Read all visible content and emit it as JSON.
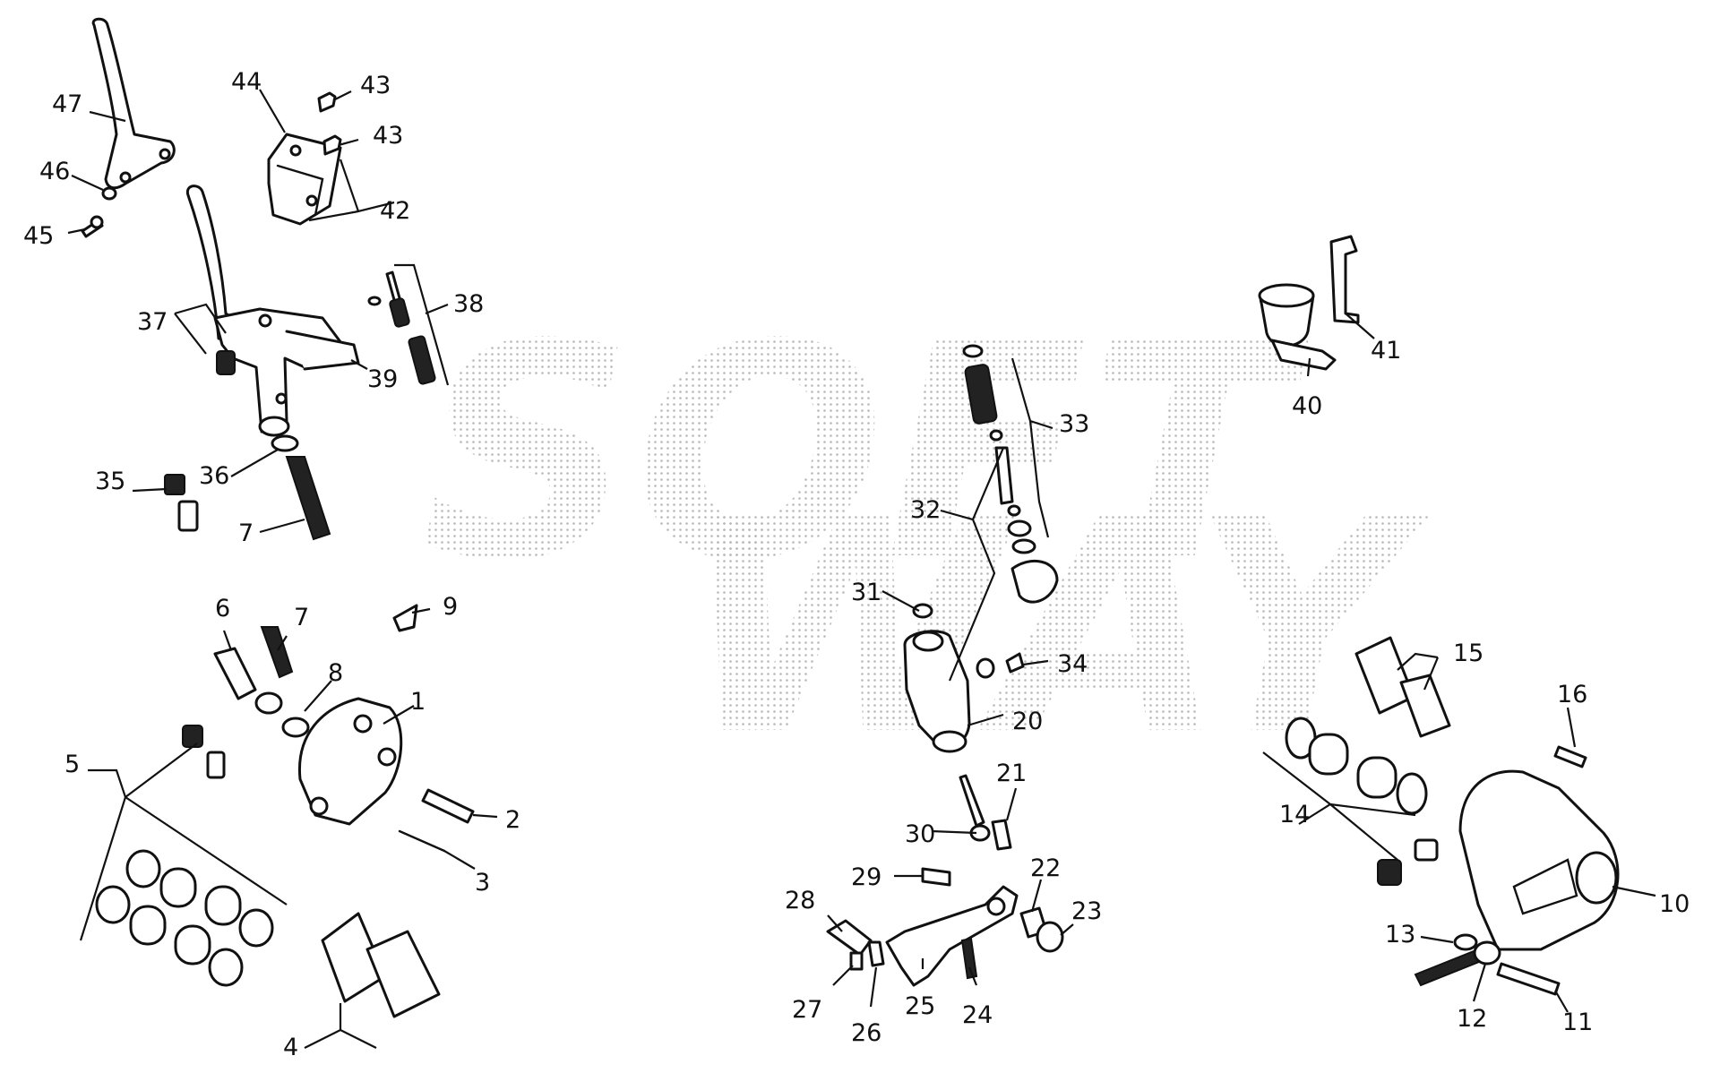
{
  "watermark": {
    "line1": "SOFT",
    "line2": "WAY"
  },
  "colors": {
    "ink": "#111111",
    "background": "#ffffff",
    "watermark_dots": "#b8b8b8"
  },
  "callouts": [
    {
      "id": "c47",
      "text": "47"
    },
    {
      "id": "c46",
      "text": "46"
    },
    {
      "id": "c45",
      "text": "45"
    },
    {
      "id": "c44",
      "text": "44"
    },
    {
      "id": "c43a",
      "text": "43"
    },
    {
      "id": "c43b",
      "text": "43"
    },
    {
      "id": "c42",
      "text": "42"
    },
    {
      "id": "c37",
      "text": "37"
    },
    {
      "id": "c38",
      "text": "38"
    },
    {
      "id": "c39",
      "text": "39"
    },
    {
      "id": "c35",
      "text": "35"
    },
    {
      "id": "c36",
      "text": "36"
    },
    {
      "id": "c7a",
      "text": "7"
    },
    {
      "id": "c6",
      "text": "6"
    },
    {
      "id": "c7b",
      "text": "7"
    },
    {
      "id": "c9",
      "text": "9"
    },
    {
      "id": "c8",
      "text": "8"
    },
    {
      "id": "c1",
      "text": "1"
    },
    {
      "id": "c5",
      "text": "5"
    },
    {
      "id": "c2",
      "text": "2"
    },
    {
      "id": "c3",
      "text": "3"
    },
    {
      "id": "c4",
      "text": "4"
    },
    {
      "id": "c33",
      "text": "33"
    },
    {
      "id": "c32",
      "text": "32"
    },
    {
      "id": "c31",
      "text": "31"
    },
    {
      "id": "c34",
      "text": "34"
    },
    {
      "id": "c20",
      "text": "20"
    },
    {
      "id": "c21",
      "text": "21"
    },
    {
      "id": "c30",
      "text": "30"
    },
    {
      "id": "c29",
      "text": "29"
    },
    {
      "id": "c22",
      "text": "22"
    },
    {
      "id": "c23",
      "text": "23"
    },
    {
      "id": "c28",
      "text": "28"
    },
    {
      "id": "c27",
      "text": "27"
    },
    {
      "id": "c26",
      "text": "26"
    },
    {
      "id": "c25",
      "text": "25"
    },
    {
      "id": "c24",
      "text": "24"
    },
    {
      "id": "c40",
      "text": "40"
    },
    {
      "id": "c41",
      "text": "41"
    },
    {
      "id": "c15",
      "text": "15"
    },
    {
      "id": "c16",
      "text": "16"
    },
    {
      "id": "c14",
      "text": "14"
    },
    {
      "id": "c10",
      "text": "10"
    },
    {
      "id": "c13",
      "text": "13"
    },
    {
      "id": "c12",
      "text": "12"
    },
    {
      "id": "c11",
      "text": "11"
    }
  ]
}
